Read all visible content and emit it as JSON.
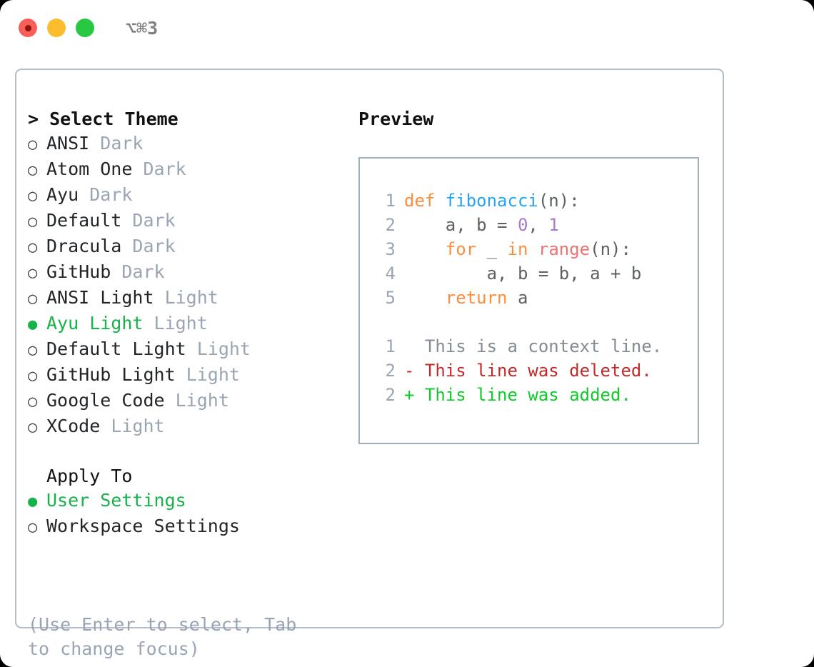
{
  "titlebar": {
    "shortcut": "⌥⌘3",
    "lights": [
      "close",
      "minimize",
      "zoom"
    ]
  },
  "theme_picker": {
    "header": "> Select Theme",
    "options": [
      {
        "marker": "○",
        "label": "ANSI",
        "variant": "Dark",
        "selected": false
      },
      {
        "marker": "○",
        "label": "Atom One",
        "variant": "Dark",
        "selected": false
      },
      {
        "marker": "○",
        "label": "Ayu",
        "variant": "Dark",
        "selected": false
      },
      {
        "marker": "○",
        "label": "Default",
        "variant": "Dark",
        "selected": false
      },
      {
        "marker": "○",
        "label": "Dracula",
        "variant": "Dark",
        "selected": false
      },
      {
        "marker": "○",
        "label": "GitHub",
        "variant": "Dark",
        "selected": false
      },
      {
        "marker": "○",
        "label": "ANSI Light",
        "variant": "Light",
        "selected": false
      },
      {
        "marker": "●",
        "label": "Ayu Light",
        "variant": "Light",
        "selected": true
      },
      {
        "marker": "○",
        "label": "Default Light",
        "variant": "Light",
        "selected": false
      },
      {
        "marker": "○",
        "label": "GitHub Light",
        "variant": "Light",
        "selected": false
      },
      {
        "marker": "○",
        "label": "Google Code",
        "variant": "Light",
        "selected": false
      },
      {
        "marker": "○",
        "label": "XCode",
        "variant": "Light",
        "selected": false
      }
    ]
  },
  "apply_to": {
    "header": "Apply To",
    "options": [
      {
        "marker": "●",
        "label": "User Settings",
        "selected": true
      },
      {
        "marker": "○",
        "label": "Workspace Settings",
        "selected": false
      }
    ]
  },
  "hint": "(Use Enter to select, Tab to change focus)",
  "preview": {
    "title": "Preview",
    "code_lines": [
      {
        "no": "1",
        "tokens": [
          {
            "t": "def ",
            "c": "kw"
          },
          {
            "t": "fibonacci",
            "c": "fn"
          },
          {
            "t": "(n):",
            "c": "txt"
          }
        ]
      },
      {
        "no": "2",
        "tokens": [
          {
            "t": "    a, b = ",
            "c": "txt"
          },
          {
            "t": "0",
            "c": "num"
          },
          {
            "t": ", ",
            "c": "txt"
          },
          {
            "t": "1",
            "c": "num"
          }
        ]
      },
      {
        "no": "3",
        "tokens": [
          {
            "t": "    ",
            "c": "txt"
          },
          {
            "t": "for",
            "c": "kw"
          },
          {
            "t": " _ ",
            "c": "txt"
          },
          {
            "t": "in",
            "c": "kw"
          },
          {
            "t": " ",
            "c": "txt"
          },
          {
            "t": "range",
            "c": "bi"
          },
          {
            "t": "(n):",
            "c": "txt"
          }
        ]
      },
      {
        "no": "4",
        "tokens": [
          {
            "t": "        a, b = b, a + b",
            "c": "txt"
          }
        ]
      },
      {
        "no": "5",
        "tokens": [
          {
            "t": "    ",
            "c": "txt"
          },
          {
            "t": "return",
            "c": "kw"
          },
          {
            "t": " a",
            "c": "txt"
          }
        ]
      }
    ],
    "diff_lines": [
      {
        "no": "1",
        "sign": " ",
        "text": " This is a context line.",
        "kind": "ctx"
      },
      {
        "no": "2",
        "sign": "-",
        "text": " This line was deleted.",
        "kind": "del"
      },
      {
        "no": "2",
        "sign": "+",
        "text": " This line was added.",
        "kind": "add"
      }
    ]
  },
  "colors": {
    "accent_green": "#16b24a",
    "keyword": "#fa8d3e",
    "function": "#2aa3ef",
    "number": "#a37acc",
    "builtin": "#f07171",
    "text": "#5c6166",
    "muted": "#9aa5b4",
    "diff_added": "#0ecb2a",
    "diff_deleted": "#c22a2a",
    "border": "#b4bdc9",
    "light_red": "#f95e57",
    "light_yellow": "#fbbd2e",
    "light_green": "#28c840"
  }
}
